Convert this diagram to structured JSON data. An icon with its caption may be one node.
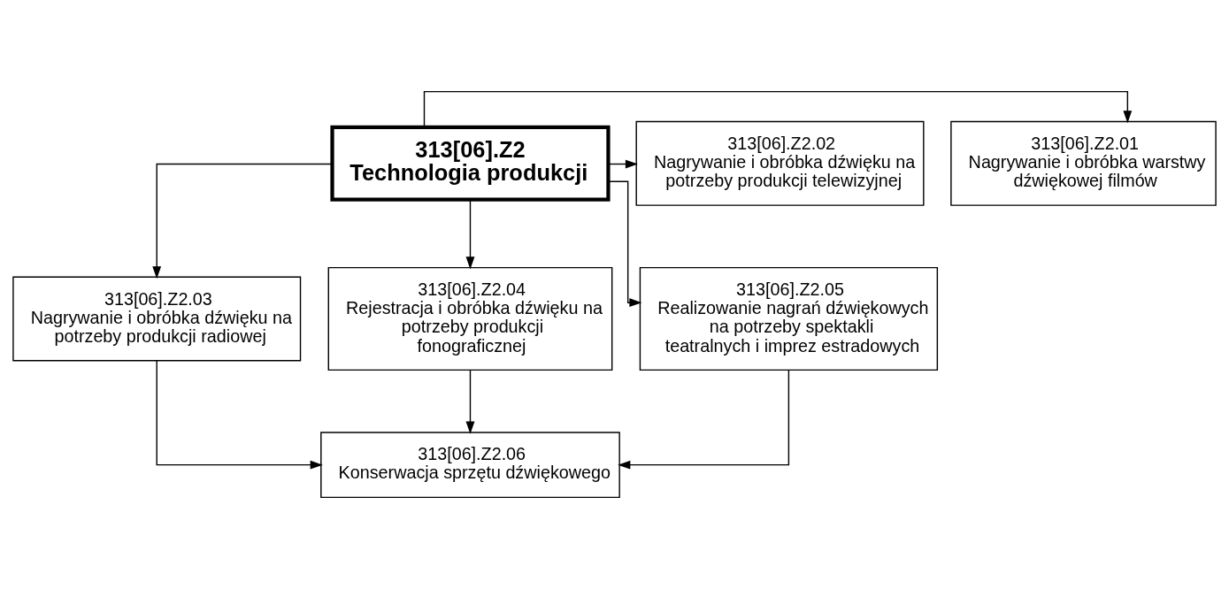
{
  "diagram": {
    "nodes": [
      {
        "text": [
          "313[06].Z2",
          "Technologia produkcji"
        ]
      },
      {
        "text": [
          "313[06].Z2.01",
          "Nagrywanie i obróbka warstwy dźwiękowej filmów"
        ]
      },
      {
        "text": [
          "313[06].Z2.02",
          "Nagrywanie i obróbka dźwięku na potrzeby produkcji telewizyjnej"
        ]
      },
      {
        "text": [
          "313[06].Z2.03",
          "Nagrywanie i obróbka dźwięku na potrzeby produkcji radiowej"
        ]
      },
      {
        "text": [
          "313[06].Z2.04",
          "Rejestracja i obróbka dźwięku na potrzeby produkcji fonograficznej"
        ]
      },
      {
        "text": [
          "313[06].Z2.05",
          "Realizowanie nagrań dźwiękowych na potrzeby spektakli teatralnych i imprez estradowych"
        ]
      },
      {
        "text": [
          "313[06].Z2.06",
          "Konserwacja sprzętu dźwiękowego"
        ]
      }
    ],
    "edges": [
      {
        "from": 0,
        "to": 1,
        "arrow": "to"
      },
      {
        "from": 0,
        "to": 2,
        "arrow": "to"
      },
      {
        "from": 0,
        "to": 3,
        "arrow": "to"
      },
      {
        "from": 0,
        "to": 4,
        "arrow": "to"
      },
      {
        "from": 0,
        "to": 5,
        "arrow": "to"
      },
      {
        "from": 3,
        "to": 6,
        "arrow": "to"
      },
      {
        "from": 4,
        "to": 6,
        "arrow": "to"
      },
      {
        "from": 5,
        "to": 6,
        "arrow": "to"
      }
    ]
  }
}
